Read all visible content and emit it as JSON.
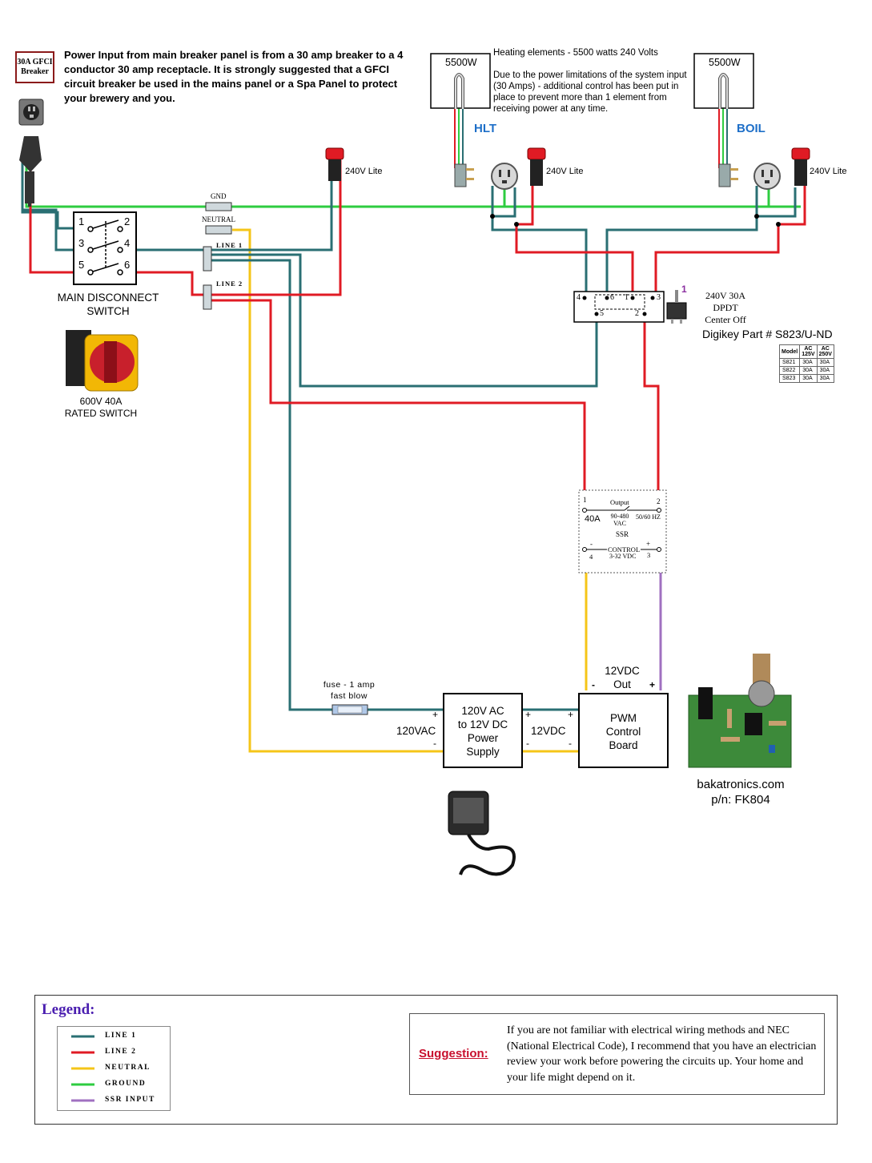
{
  "breaker_label": "30A GFCI\nBreaker",
  "power_input_note": "Power Input from main breaker panel is from a 30 amp breaker to a 4 conductor 30 amp receptacle. It is strongly suggested that a GFCI circuit breaker be used in the mains panel or a Spa Panel to protect your brewery and you.",
  "heating": {
    "hlt_label": "HLT",
    "boil_label": "BOIL",
    "element_rating": "5500W",
    "note_title": "Heating elements - 5500 watts 240 Volts",
    "note_body": "Due to the power limitations of the system input (30 Amps) - additional control has been put in place to prevent more than 1 element from receiving power at any time."
  },
  "lite_label": "240V Lite",
  "bus_labels": {
    "gnd": "GND",
    "neutral": "NEUTRAL",
    "line1": "LINE 1",
    "line2": "LINE 2"
  },
  "disconnect": {
    "terminals": [
      "1",
      "2",
      "3",
      "4",
      "5",
      "6"
    ],
    "title": "MAIN DISCONNECT\nSWITCH",
    "photo_caption": "600V 40A\nRATED SWITCH"
  },
  "dpdt": {
    "pins": [
      "4",
      "6",
      "1",
      "3",
      "5",
      "2"
    ],
    "marker": "1",
    "desc": "240V 30A\nDPDT\nCenter Off",
    "part": "Digikey Part # S823/U-ND",
    "table": {
      "headers": [
        "Model",
        "AC\n125V",
        "AC\n250V"
      ],
      "rows": [
        [
          "S821",
          "30A",
          "30A"
        ],
        [
          "S822",
          "30A",
          "30A"
        ],
        [
          "S823",
          "30A",
          "30A"
        ]
      ]
    }
  },
  "ssr": {
    "pin1": "1",
    "pin2": "2",
    "pin3": "3",
    "pin4": "4",
    "output": "Output",
    "amps": "40A",
    "vac": "90-480\nVAC",
    "hz": "50/60 HZ",
    "name": "SSR",
    "minus": "-",
    "plus": "+",
    "control": "CONTROL",
    "vdc": "3-32 VDC"
  },
  "fuse_label": "fuse - 1 amp\nfast blow",
  "power_supply": {
    "title": "120V AC\nto 12V DC\nPower\nSupply",
    "input_label": "120VAC",
    "output_label": "12VDC",
    "plus": "+",
    "minus": "-"
  },
  "pwm": {
    "title": "PWM\nControl\nBoard",
    "out_label": "12VDC\nOut",
    "plus": "+",
    "minus": "-",
    "vendor": "bakatronics.com\np/n: FK804"
  },
  "legend": {
    "title": "Legend:",
    "items": [
      {
        "label": "LINE 1",
        "color": "#2a6f73"
      },
      {
        "label": "LINE 2",
        "color": "#e01b24"
      },
      {
        "label": "NEUTRAL",
        "color": "#f5c518"
      },
      {
        "label": "GROUND",
        "color": "#2ecc40"
      },
      {
        "label": "SSR INPUT",
        "color": "#a070c0"
      }
    ]
  },
  "suggestion": {
    "label": "Suggestion:",
    "text": "If you are not familiar with electrical wiring methods and NEC (National Electrical Code), I recommend that you have an electrician review your work before powering the circuits up. Your home and your life might depend on it."
  },
  "colors": {
    "line1": "#2a6f73",
    "line2": "#e01b24",
    "neutral": "#f5c518",
    "ground": "#2ecc40",
    "ssr": "#a070c0",
    "title_blue": "#1e6fc8",
    "legend_title": "#4b1fb0",
    "suggest": "#c8102e"
  }
}
